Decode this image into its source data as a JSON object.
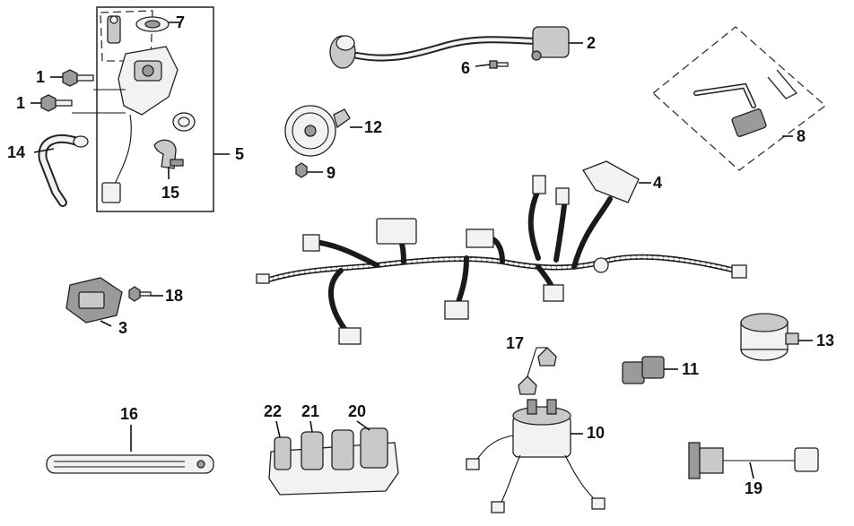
{
  "diagram": {
    "callouts": [
      {
        "id": "c1a",
        "label": "1"
      },
      {
        "id": "c1b",
        "label": "1"
      },
      {
        "id": "c2",
        "label": "2"
      },
      {
        "id": "c3",
        "label": "3"
      },
      {
        "id": "c4",
        "label": "4"
      },
      {
        "id": "c5",
        "label": "5"
      },
      {
        "id": "c6",
        "label": "6"
      },
      {
        "id": "c7",
        "label": "7"
      },
      {
        "id": "c8",
        "label": "8"
      },
      {
        "id": "c9",
        "label": "9"
      },
      {
        "id": "c10",
        "label": "10"
      },
      {
        "id": "c11",
        "label": "11"
      },
      {
        "id": "c12",
        "label": "12"
      },
      {
        "id": "c13",
        "label": "13"
      },
      {
        "id": "c14",
        "label": "14"
      },
      {
        "id": "c15",
        "label": "15"
      },
      {
        "id": "c16",
        "label": "16"
      },
      {
        "id": "c17",
        "label": "17"
      },
      {
        "id": "c18",
        "label": "18"
      },
      {
        "id": "c19",
        "label": "19"
      },
      {
        "id": "c20",
        "label": "20"
      },
      {
        "id": "c21",
        "label": "21"
      },
      {
        "id": "c22",
        "label": "22"
      }
    ]
  }
}
